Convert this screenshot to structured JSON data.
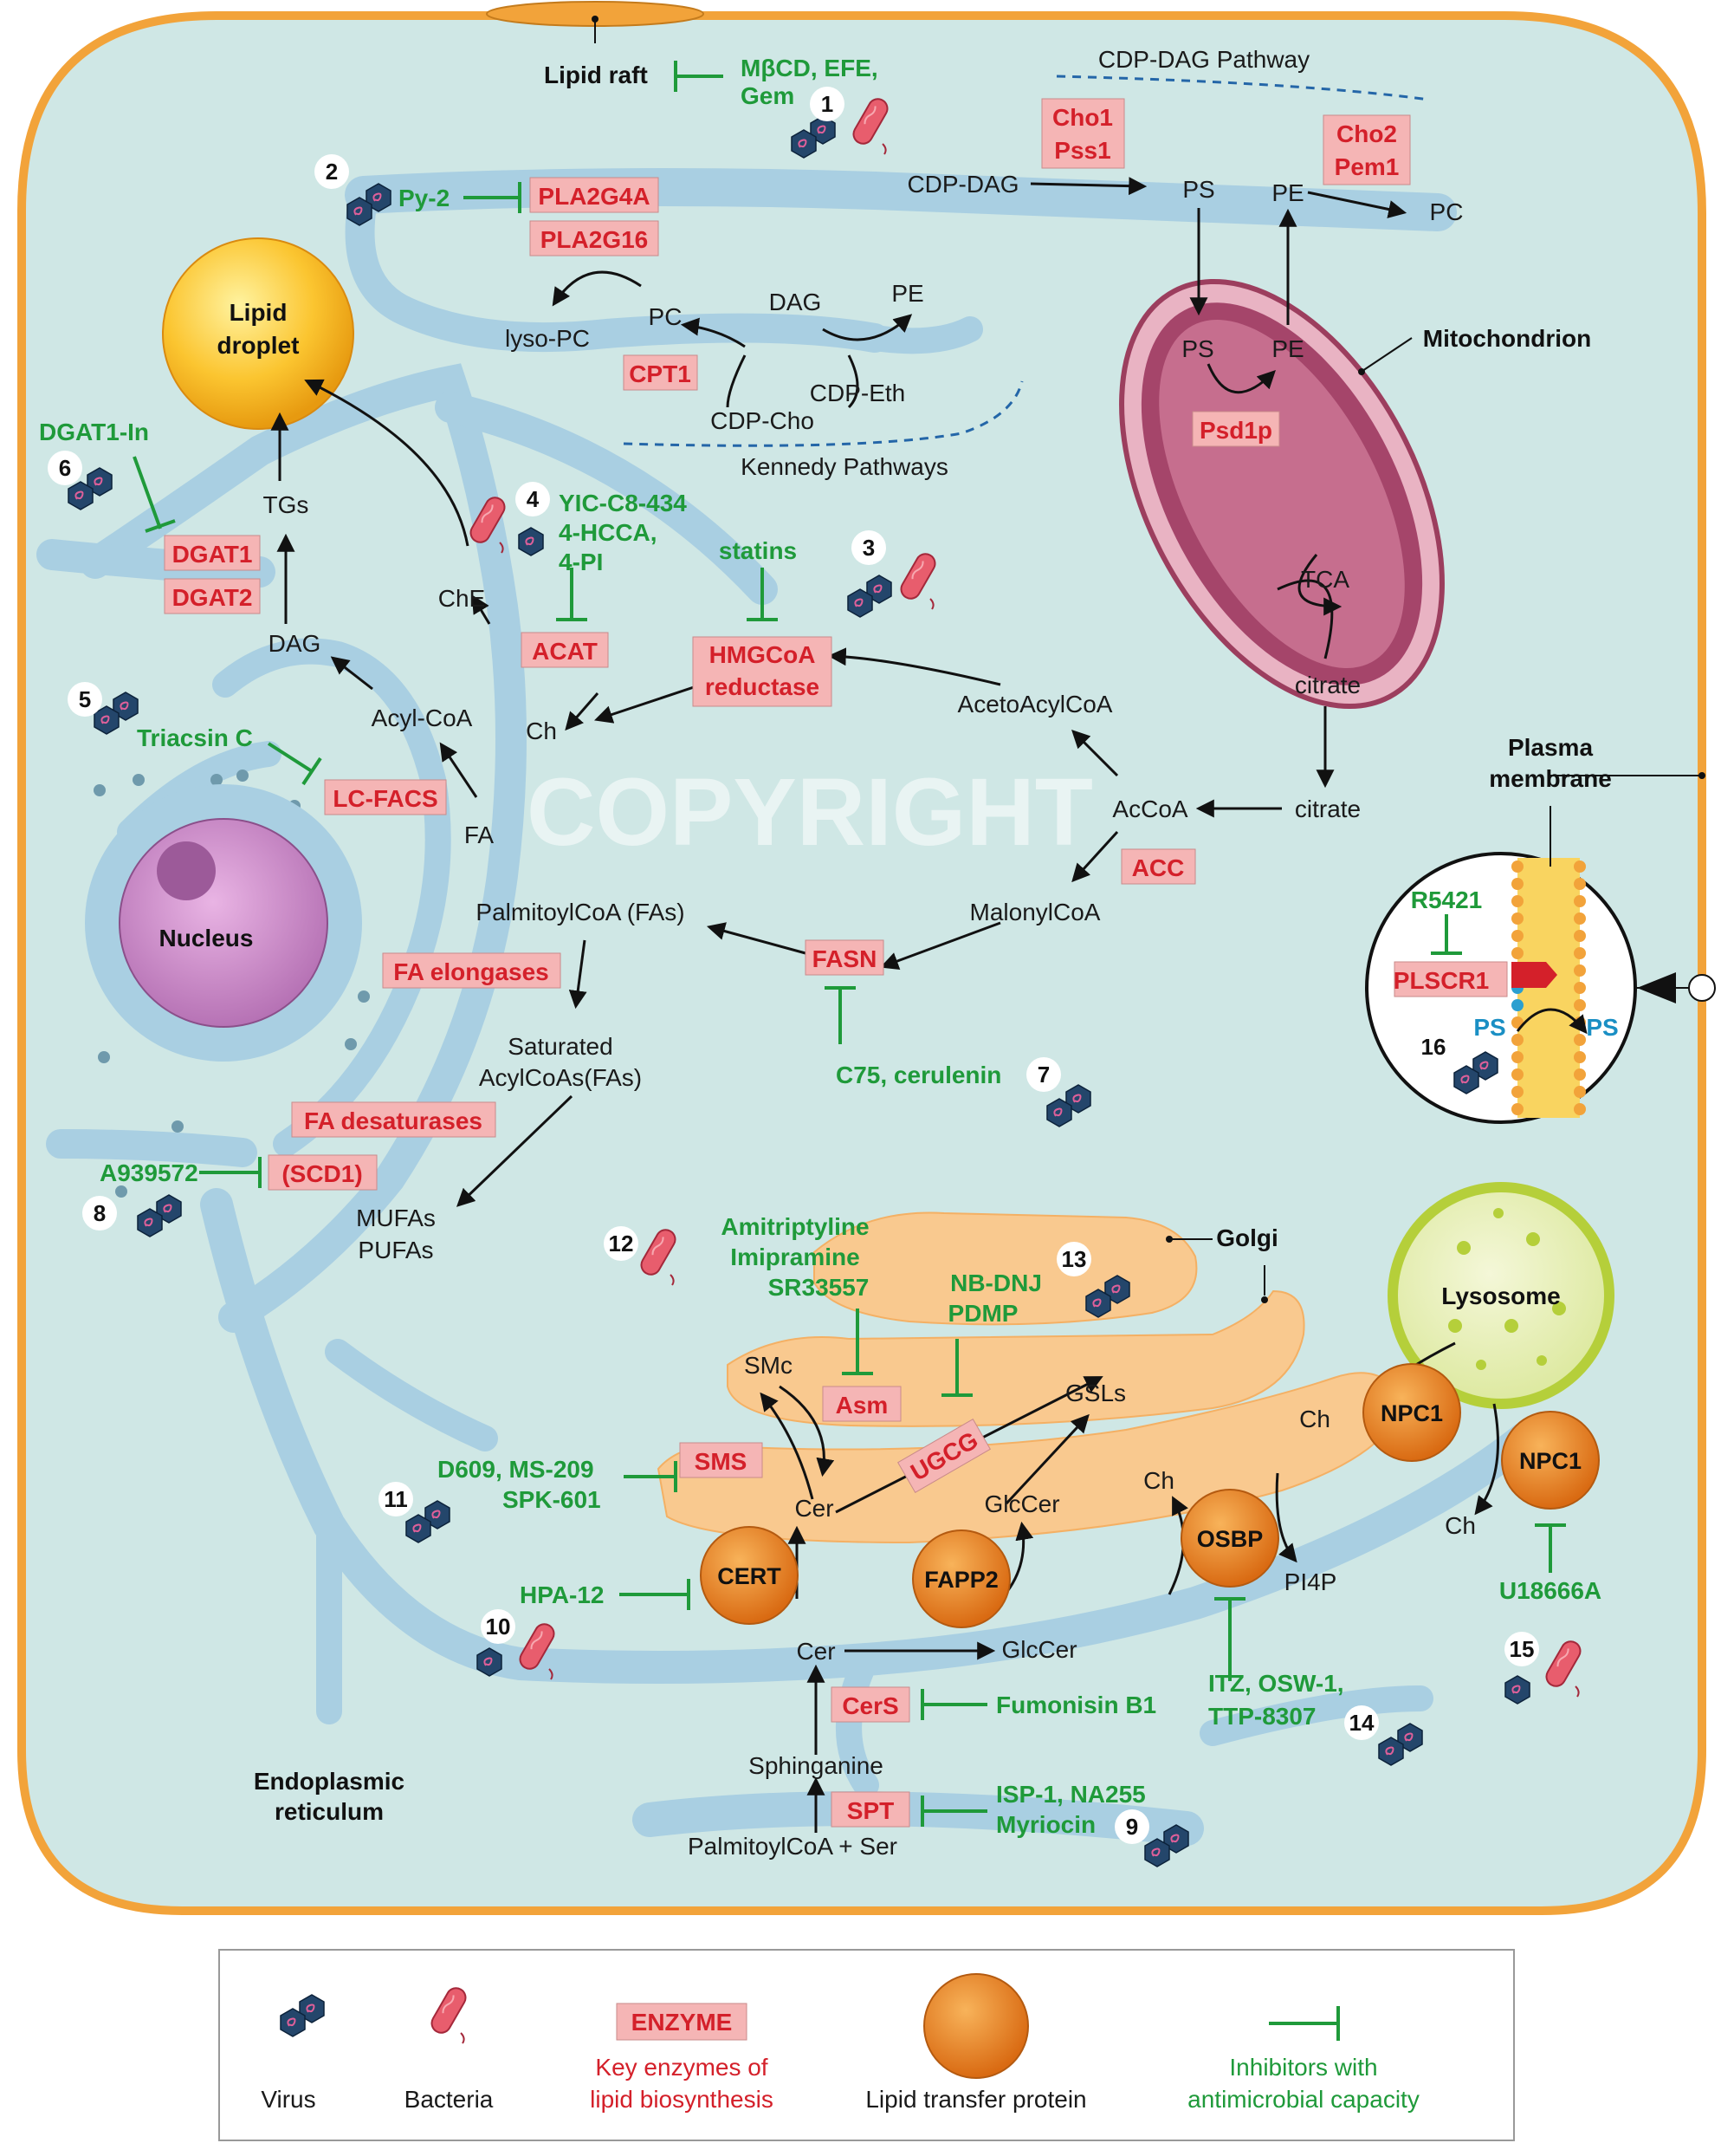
{
  "colors": {
    "cell_fill": "#cfe7e5",
    "cell_border": "#f2a33a",
    "er": "#a9cfe2",
    "golgi": "#f9c98f",
    "mito": "#9c3e5e",
    "enzyme_box": "#f5b5b5",
    "enzyme_text": "#d4202a",
    "inhibitor": "#1f9a3a",
    "ltp": "#e87a1e",
    "lysosome": "#b5cf3a"
  },
  "labels": {
    "lipid_raft": "Lipid raft",
    "cdp_dag_pathway": "CDP-DAG Pathway",
    "kennedy_pathways": "Kennedy Pathways",
    "lipid_droplet_1": "Lipid",
    "lipid_droplet_2": "droplet",
    "mitochondrion": "Mitochondrion",
    "nucleus": "Nucleus",
    "plasma_membrane_1": "Plasma",
    "plasma_membrane_2": "membrane",
    "golgi": "Golgi",
    "lysosome": "Lysosome",
    "er_1": "Endoplasmic",
    "er_2": "reticulum",
    "watermark": "COPYRIGHT"
  },
  "metabolites": {
    "cdp_dag": "CDP-DAG",
    "ps1": "PS",
    "pe1": "PE",
    "pc1": "PC",
    "ps_mito": "PS",
    "pe_mito": "PE",
    "lyso_pc": "lyso-PC",
    "pc2": "PC",
    "dag1": "DAG",
    "pe2": "PE",
    "cdp_eth": "CDP-Eth",
    "cdp_cho": "CDP-Cho",
    "tgs": "TGs",
    "dag2": "DAG",
    "che": "ChE",
    "acyl_coa": "Acyl-CoA",
    "ch1": "Ch",
    "fa": "FA",
    "aceto": "AcetoAcylCoA",
    "accoa": "AcCoA",
    "citrate1": "citrate",
    "citrate2": "citrate",
    "tca": "TCA",
    "malonyl": "MalonylCoA",
    "palmitoyl": "PalmitoylCoA (FAs)",
    "saturated_1": "Saturated",
    "saturated_2": "AcylCoAs(FAs)",
    "mufas": "MUFAs",
    "pufas": "PUFAs",
    "smc": "SMc",
    "gsls": "GSLs",
    "cer1": "Cer",
    "glccer1": "GlcCer",
    "ch2": "Ch",
    "ch3": "Ch",
    "ch4": "Ch",
    "pi4p": "PI4P",
    "cer2": "Cer",
    "glccer2": "GlcCer",
    "sphinganine": "Sphinganine",
    "palmitoyl_ser": "PalmitoylCoA + Ser",
    "ps_pm1": "PS",
    "ps_pm2": "PS"
  },
  "enzymes": {
    "cho1": "Cho1",
    "pss1": "Pss1",
    "cho2": "Cho2",
    "pem1": "Pem1",
    "pla2g4a": "PLA2G4A",
    "pla2g16": "PLA2G16",
    "cpt1": "CPT1",
    "psd1p": "Psd1p",
    "dgat1": "DGAT1",
    "dgat2": "DGAT2",
    "acat": "ACAT",
    "hmgcoa_1": "HMGCoA",
    "hmgcoa_2": "reductase",
    "lc_facs": "LC-FACS",
    "acc": "ACC",
    "fasn": "FASN",
    "fa_elongases": "FA elongases",
    "fa_desaturases": "FA desaturases",
    "scd1": "(SCD1)",
    "plscr1": "PLSCR1",
    "asm": "Asm",
    "ugcg": "UGCG",
    "sms": "SMS",
    "cers": "CerS",
    "spt": "SPT"
  },
  "ltps": {
    "cert": "CERT",
    "fapp2": "FAPP2",
    "osbp": "OSBP",
    "npc1a": "NPC1",
    "npc1b": "NPC1"
  },
  "inhibitors": {
    "mbcd_1": "MβCD, EFE,",
    "mbcd_2": "Gem",
    "py2": "Py-2",
    "dgat1_in": "DGAT1-In",
    "yic_1": "YIC-C8-434",
    "yic_2": "4-HCCA,",
    "yic_3": "4-PI",
    "statins": "statins",
    "triacsin": "Triacsin C",
    "r5421": "R5421",
    "c75": "C75, cerulenin",
    "a939572": "A939572",
    "amitrip_1": "Amitriptyline",
    "amitrip_2": "Imipramine",
    "amitrip_3": "SR33557",
    "nbdnj_1": "NB-DNJ",
    "nbdnj_2": "PDMP",
    "d609_1": "D609, MS-209",
    "d609_2": "SPK-601",
    "hpa12": "HPA-12",
    "fumonisin": "Fumonisin B1",
    "itz_1": "ITZ, OSW-1,",
    "itz_2": "TTP-8307",
    "isp_1": "ISP-1, NA255",
    "isp_2": "Myriocin",
    "u18666a": "U18666A"
  },
  "numbers": [
    "1",
    "2",
    "3",
    "4",
    "5",
    "6",
    "7",
    "8",
    "9",
    "10",
    "11",
    "12",
    "13",
    "14",
    "15",
    "16"
  ],
  "legend": {
    "virus": "Virus",
    "bacteria": "Bacteria",
    "enzyme_box": "ENZYME",
    "enzyme_1": "Key enzymes of",
    "enzyme_2": "lipid biosynthesis",
    "ltp": "Lipid transfer protein",
    "inhibitor_1": "Inhibitors with",
    "inhibitor_2": "antimicrobial capacity"
  }
}
